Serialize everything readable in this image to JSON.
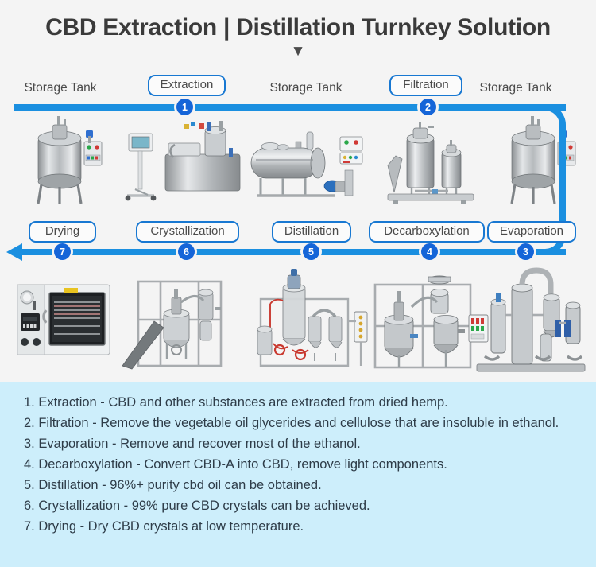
{
  "title": "CBD Extraction | Distillation Turnkey Solution",
  "caret": "▼",
  "row_top": {
    "labels": [
      {
        "text": "Storage Tank",
        "type": "plain"
      },
      {
        "text": "Extraction",
        "type": "chip"
      },
      {
        "text": "Storage Tank",
        "type": "plain"
      },
      {
        "text": "Filtration",
        "type": "chip"
      },
      {
        "text": "Storage Tank",
        "type": "plain"
      }
    ],
    "bullets": [
      "1",
      "2"
    ]
  },
  "row_bottom": {
    "labels": [
      {
        "text": "Drying",
        "type": "chip"
      },
      {
        "text": "Crystallization",
        "type": "chip"
      },
      {
        "text": "Distillation",
        "type": "chip"
      },
      {
        "text": "Decarboxylation",
        "type": "chip"
      },
      {
        "text": "Evaporation",
        "type": "chip"
      }
    ],
    "bullets": [
      "7",
      "6",
      "5",
      "4",
      "3"
    ]
  },
  "descriptions": [
    "1. Extraction - CBD and other substances are extracted from dried hemp.",
    "2. Filtration - Remove the vegetable oil glycerides and cellulose that are insoluble in ethanol.",
    "3. Evaporation - Remove and recover most of the ethanol.",
    "4. Decarboxylation - Convert CBD-A into CBD, remove light components.",
    "5. Distillation - 96%+ purity cbd oil can be obtained.",
    "6. Crystallization - 99% pure CBD crystals can be achieved.",
    "7. Drying - Dry CBD crystals at low temperature."
  ],
  "colors": {
    "accent_blue": "#1a8fe0",
    "chip_border": "#1878d2",
    "bullet_blue": "#1565d8",
    "panel_blue": "#cdeefb",
    "background": "#f4f4f4",
    "title_gray": "#3a3a3a"
  },
  "equipment": {
    "top": [
      {
        "name": "jacketed-storage-tank-with-control-panel"
      },
      {
        "name": "extraction-machine-with-hmi-terminal"
      },
      {
        "name": "horizontal-storage-tank-with-pump"
      },
      {
        "name": "bag-filter-housing-pair-on-skid"
      },
      {
        "name": "jacketed-storage-tank-with-control-panel"
      }
    ],
    "bottom": [
      {
        "name": "vacuum-drying-oven"
      },
      {
        "name": "crystallization-reactor-skid"
      },
      {
        "name": "short-path-distillation-unit"
      },
      {
        "name": "decarboxylation-reactor-frame"
      },
      {
        "name": "ethanol-evaporation-recovery-column"
      }
    ]
  }
}
